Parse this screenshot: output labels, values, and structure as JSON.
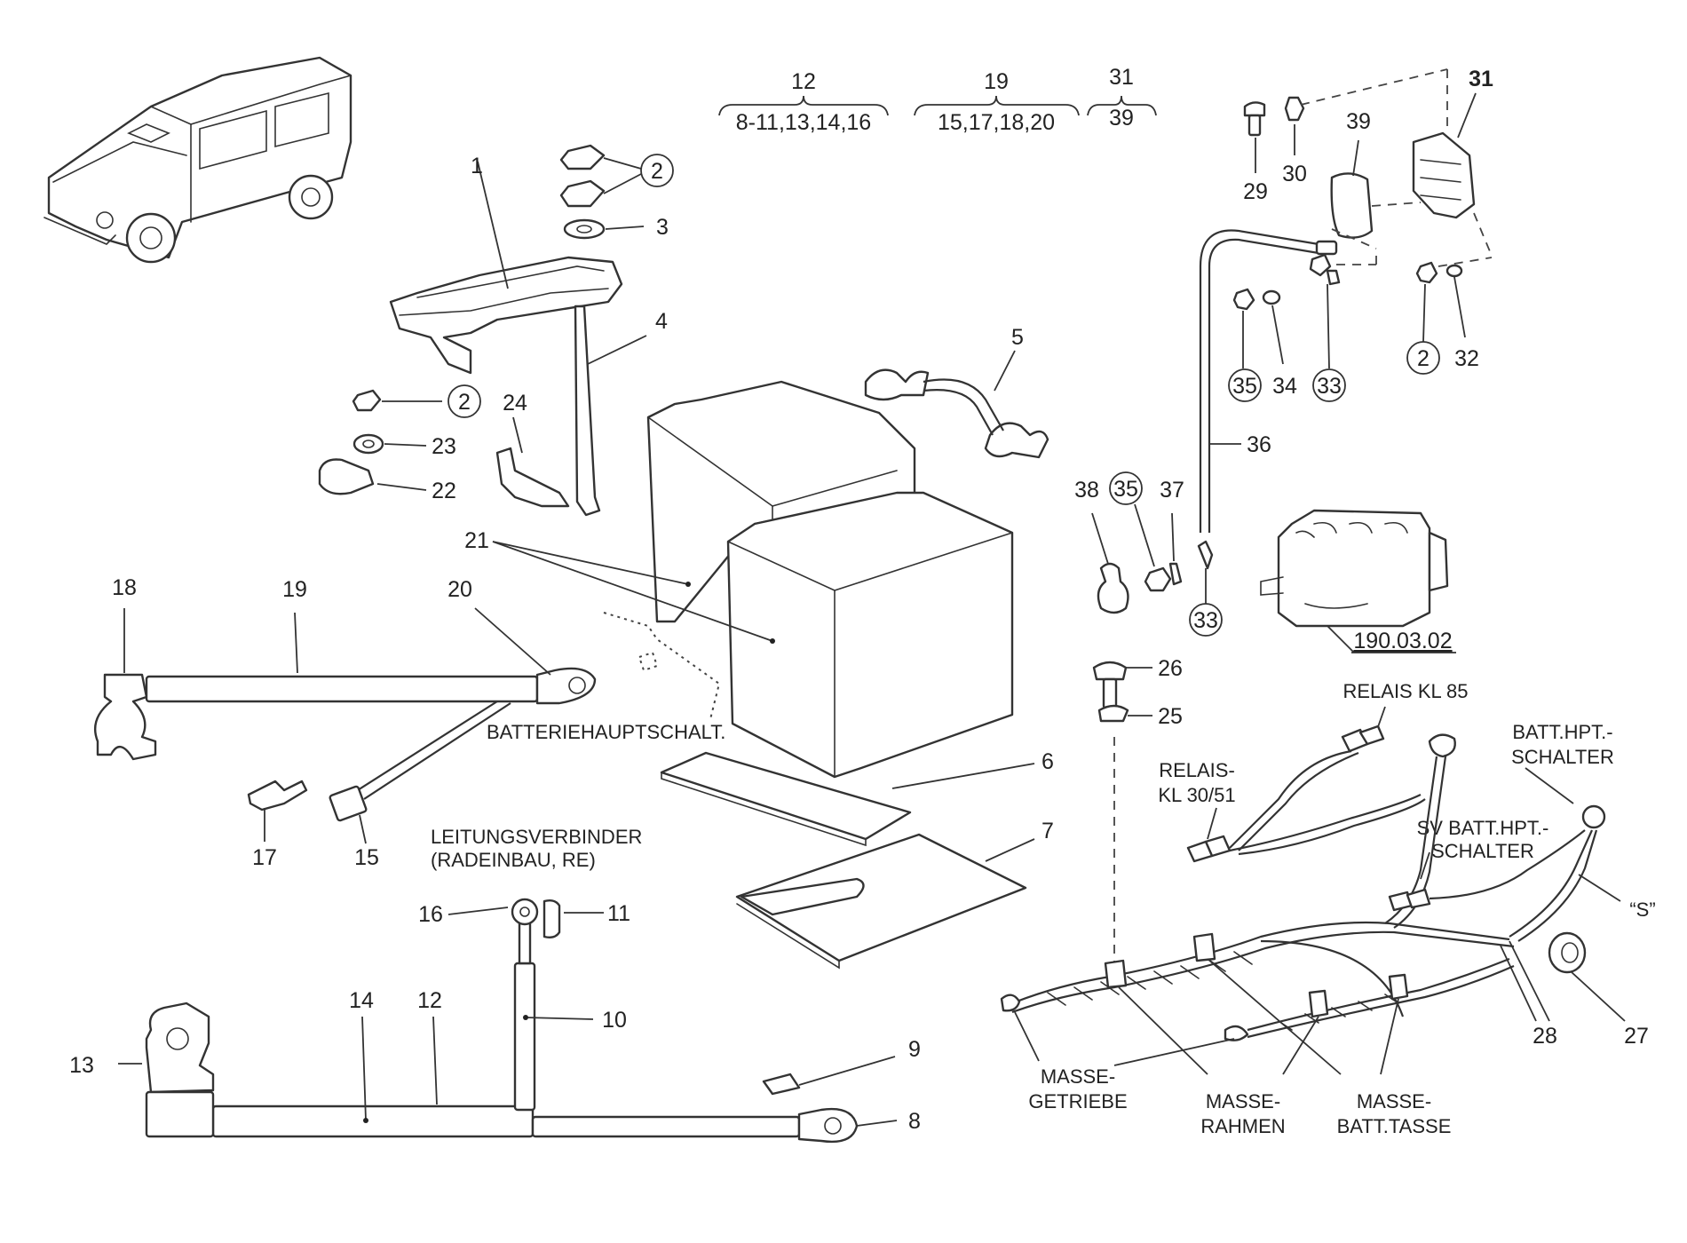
{
  "groups": [
    {
      "head": "12",
      "items": "8-11,13,14,16"
    },
    {
      "head": "19",
      "items": "15,17,18,20"
    },
    {
      "head": "31",
      "items": "39"
    }
  ],
  "numbers": {
    "n1": "1",
    "n2a": "2",
    "n2b": "2",
    "n2c": "2",
    "n3": "3",
    "n4": "4",
    "n5": "5",
    "n6": "6",
    "n7": "7",
    "n8": "8",
    "n9": "9",
    "n10": "10",
    "n11": "11",
    "n12": "12",
    "n13": "13",
    "n14": "14",
    "n15": "15",
    "n16": "16",
    "n17": "17",
    "n18": "18",
    "n19": "19",
    "n20": "20",
    "n21": "21",
    "n22": "22",
    "n23": "23",
    "n24": "24",
    "n25": "25",
    "n26": "26",
    "n27": "27",
    "n28": "28",
    "n29": "29",
    "n30": "30",
    "n31": "31",
    "n32": "32",
    "n33a": "33",
    "n33b": "33",
    "n34": "34",
    "n35a": "35",
    "n35b": "35",
    "n36": "36",
    "n37": "37",
    "n38": "38",
    "n39": "39"
  },
  "labels": {
    "batteriehauptschalt": "BATTERIEHAUPTSCHALT.",
    "leitungsverbinder_1": "LEITUNGSVERBINDER",
    "leitungsverbinder_2": "(RADEINBAU, RE)",
    "relais_kl85": "RELAIS KL 85",
    "relais_kl3051_1": "RELAIS-",
    "relais_kl3051_2": "KL 30/51",
    "batt_hpt_1": "BATT.HPT.-",
    "batt_hpt_2": "SCHALTER",
    "sv_batt_1": "SV BATT.HPT.-",
    "sv_batt_2": "SCHALTER",
    "s_label": "“S”",
    "masse_getriebe_1": "MASSE-",
    "masse_getriebe_2": "GETRIEBE",
    "masse_rahmen_1": "MASSE-",
    "masse_rahmen_2": "RAHMEN",
    "masse_batt_1": "MASSE-",
    "masse_batt_2": "BATT.TASSE"
  },
  "reference_link": "190.03.02"
}
